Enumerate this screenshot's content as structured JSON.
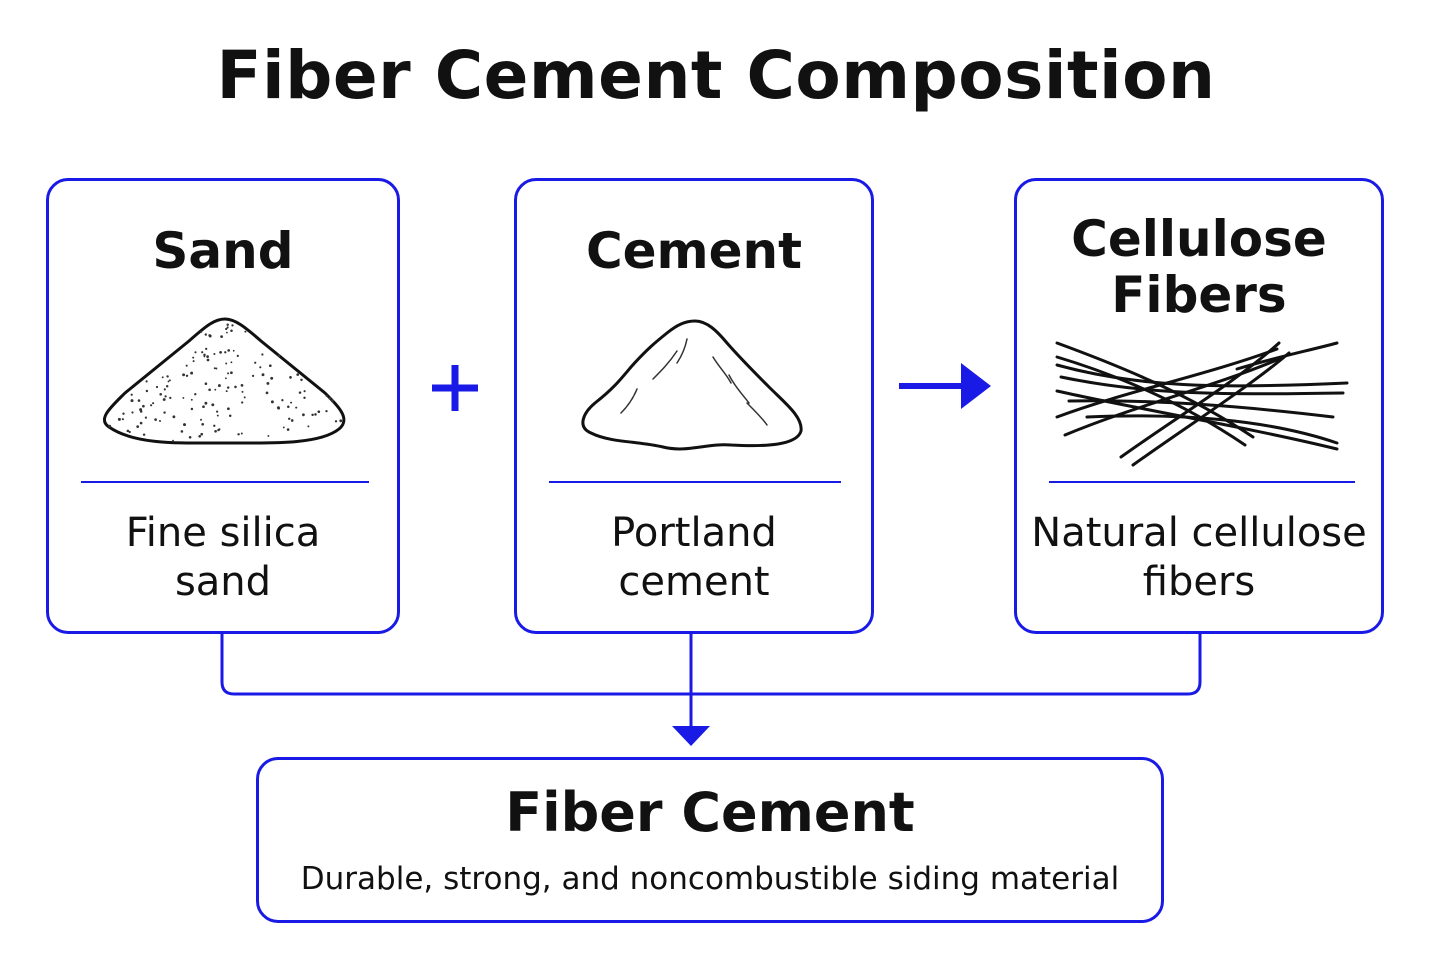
{
  "title": "Fiber Cement Composition",
  "colors": {
    "accent": "#1a1ae6",
    "text": "#111111",
    "background": "#ffffff"
  },
  "ingredients": [
    {
      "name": "Sand",
      "description": "Fine silica\nsand",
      "icon": "sand-pile-icon"
    },
    {
      "name": "Cement",
      "description": "Portland\ncement",
      "icon": "cement-pile-icon"
    },
    {
      "name": "Cellulose\nFibers",
      "description": "Natural cellulose\nfibers",
      "icon": "fibers-icon"
    }
  ],
  "operators": {
    "plus": "+",
    "arrow": "arrow-right-icon"
  },
  "result": {
    "name": "Fiber Cement",
    "description": "Durable, strong, and noncombustible siding material"
  }
}
